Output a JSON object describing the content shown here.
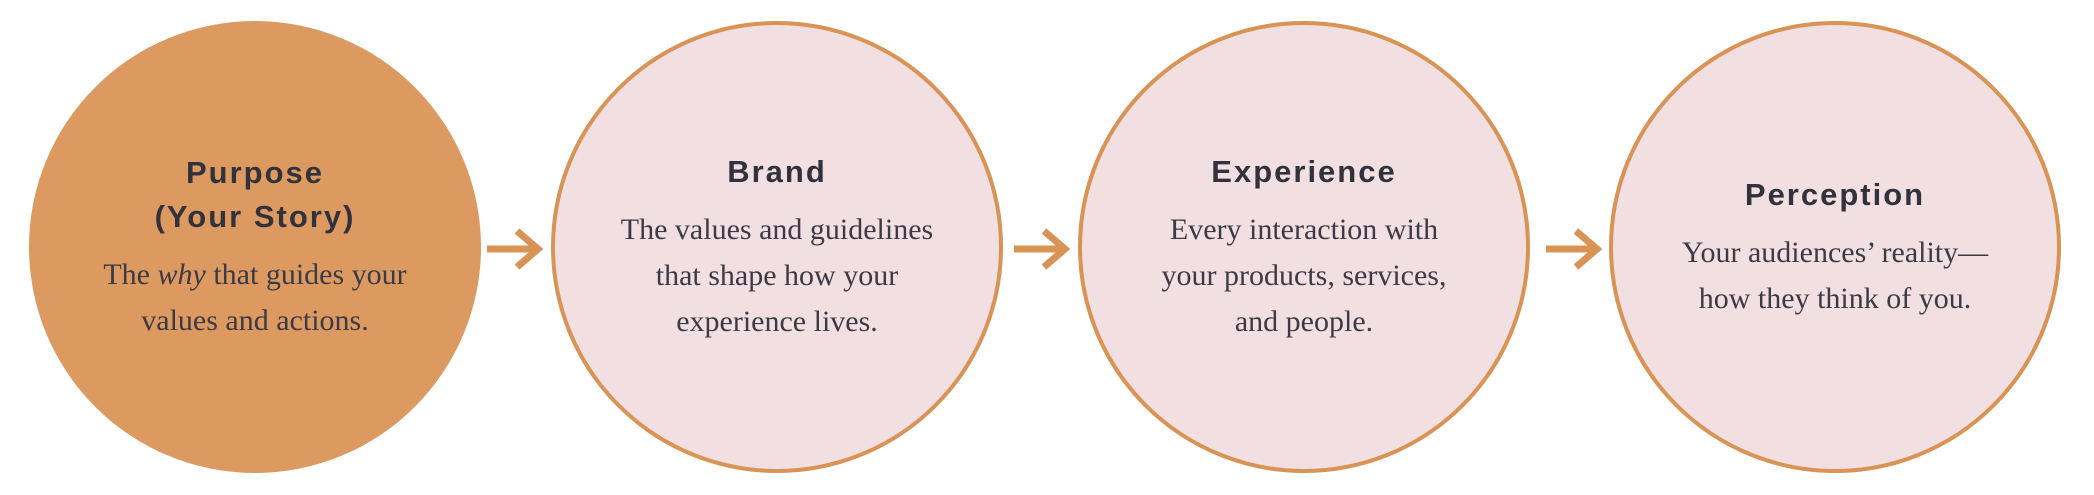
{
  "colors": {
    "orange_fill": "#DD9A60",
    "pink_fill": "#F2DFE2",
    "outline": "#D89355",
    "arrow": "#D89355",
    "title_text": "#32323C",
    "body_text": "#3B3A45"
  },
  "circles": [
    {
      "id": "purpose",
      "title_line1": "Purpose",
      "title_line2": "(Your Story)",
      "body": {
        "line1_prefix": "The ",
        "line1_italic": "why",
        "line1_suffix": " that guides your",
        "line2": "values and actions."
      },
      "style": "filled-orange"
    },
    {
      "id": "brand",
      "title": "Brand",
      "body_lines": [
        "The values and guidelines",
        "that shape how your",
        "experience lives."
      ],
      "style": "pink-outlined"
    },
    {
      "id": "experience",
      "title": "Experience",
      "body_lines": [
        "Every interaction with",
        "your products, services,",
        "and people."
      ],
      "style": "pink-outlined"
    },
    {
      "id": "perception",
      "title": "Perception",
      "body_lines": [
        "Your audiences’ reality—",
        "how they think of you."
      ],
      "style": "pink-outlined"
    }
  ],
  "arrows": {
    "icon": "right-arrow-icon",
    "count": 3
  }
}
